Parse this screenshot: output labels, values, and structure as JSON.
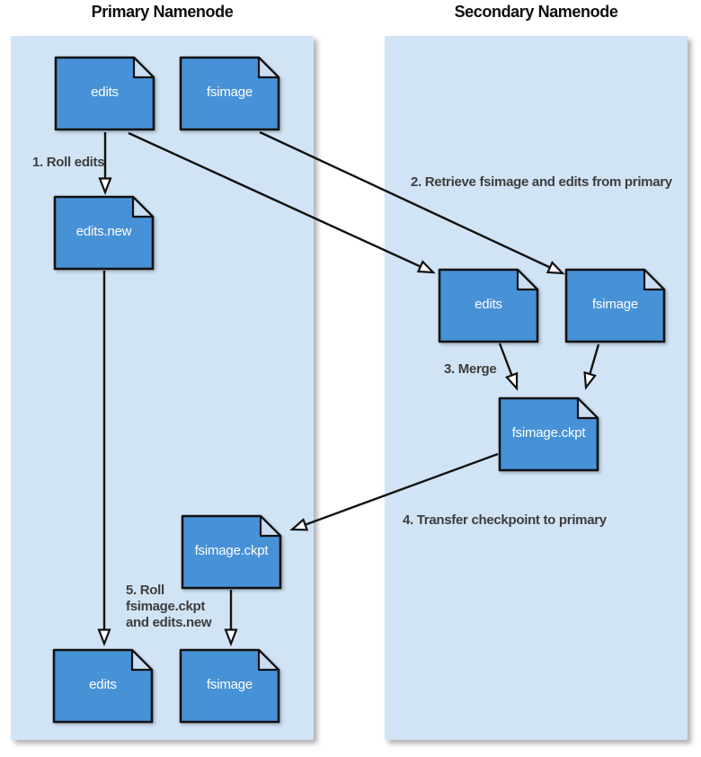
{
  "panels": {
    "primary": {
      "title": "Primary Namenode"
    },
    "secondary": {
      "title": "Secondary Namenode"
    }
  },
  "nodes": {
    "primary_edits_top": {
      "label": "edits"
    },
    "primary_fsimage_top": {
      "label": "fsimage"
    },
    "primary_edits_new": {
      "label": "edits.new"
    },
    "primary_fsimage_ckpt": {
      "label": "fsimage.ckpt"
    },
    "primary_edits_bottom": {
      "label": "edits"
    },
    "primary_fsimage_bottom": {
      "label": "fsimage"
    },
    "secondary_edits": {
      "label": "edits"
    },
    "secondary_fsimage": {
      "label": "fsimage"
    },
    "secondary_fsimage_ckpt": {
      "label": "fsimage.ckpt"
    }
  },
  "steps": {
    "step1": "1. Roll edits",
    "step2": "2. Retrieve fsimage and edits from primary",
    "step3": "3. Merge",
    "step4": "4. Transfer checkpoint to primary",
    "step5": "5. Roll fsimage.ckpt and edits.new"
  },
  "colors": {
    "panel_background": "#d0e4f6",
    "document_fill": "#4791d6",
    "document_fold": "#c9def2",
    "document_border": "#111111",
    "arrow": "#121212",
    "arrowhead_fill": "#ffffff",
    "step_label": "#3d3d3d",
    "title": "#0d0d0d",
    "document_text": "#ffffff"
  }
}
